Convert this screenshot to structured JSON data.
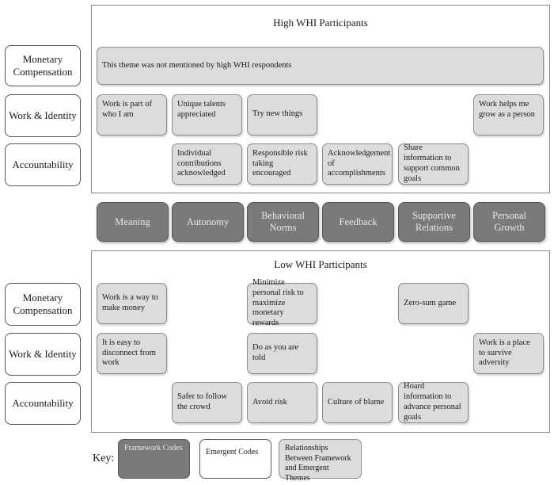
{
  "high": {
    "title": "High WHI Participants",
    "rows": [
      "Monetary Compensation",
      "Work & Identity",
      "Accountability"
    ],
    "monetary_note": "This theme was not mentioned by high WHI respondents",
    "identity": [
      "Work is part of who I am",
      "Unique talents appreciated",
      "Try new things",
      "Work helps me grow as a person"
    ],
    "accountability": [
      "Individual contributions acknowledged",
      "Responsible risk taking encouraged",
      "Acknowledgement of accomplishments",
      "Share information to support common goals"
    ]
  },
  "framework": [
    "Meaning",
    "Autonomy",
    "Behavioral Norms",
    "Feedback",
    "Supportive Relations",
    "Personal Growth"
  ],
  "low": {
    "title": "Low WHI Participants",
    "rows": [
      "Monetary Compensation",
      "Work & Identity",
      "Accountability"
    ],
    "monetary": [
      "Work is a way to make money",
      "Minimize personal risk to maximize monetary rewards",
      "Zero-sum game"
    ],
    "identity": [
      "It is easy to disconnect from work",
      "Do as you are told",
      "Work is a place to survive adversity"
    ],
    "accountability": [
      "Safer to follow the crowd",
      "Avoid risk",
      "Culture of blame",
      "Hoard information to advance personal goals"
    ]
  },
  "key": {
    "label": "Key:",
    "framework_codes": "Framework Codes",
    "emergent_codes": "Emergent Codes",
    "relationships": "Relationships Between Framework and Emergent Themes"
  },
  "colors": {
    "framework_fill": "#7a7a7a",
    "emergent_fill": "#ffffff",
    "relationship_fill": "#dcdcdc"
  }
}
